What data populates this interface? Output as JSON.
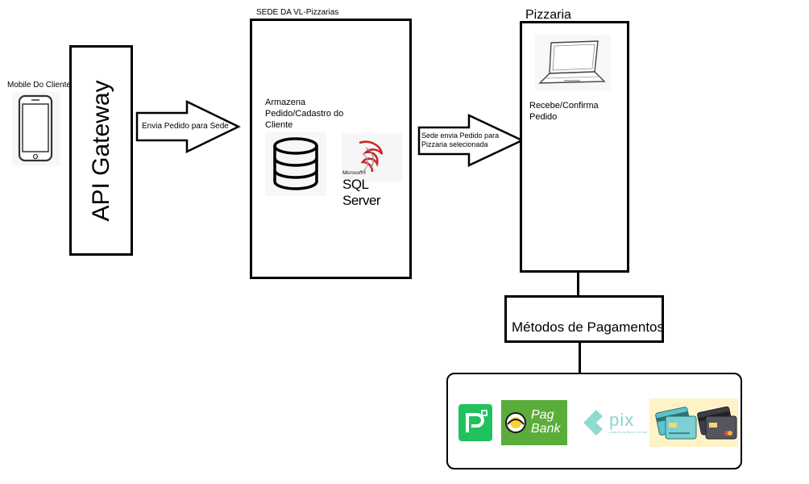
{
  "mobile": {
    "label": "Mobile Do Cliente",
    "icon": "smartphone-icon"
  },
  "api_gateway": {
    "label": "API Gateway"
  },
  "arrow1": {
    "label": "Envia Pedido para Sede"
  },
  "sede": {
    "title": "SEDE DA VL-Pizzarias",
    "description": [
      "Armazena",
      "Pedido/Cadastro do",
      "Cliente"
    ],
    "db_icon": "database-icon",
    "sql_logo": {
      "small": "Microsoft®",
      "main": "SQL Server"
    }
  },
  "arrow2": {
    "label_lines": [
      "Sede envia Pedido para",
      "Pizzaria selecionada"
    ]
  },
  "pizzaria": {
    "title": "Pizzaria",
    "description": [
      "Recebe/Confirma",
      "Pedido"
    ],
    "laptop_icon": "laptop-icon"
  },
  "payments": {
    "title": "Métodos de Pagamentos",
    "logos": [
      {
        "name": "picpay-logo",
        "text": ""
      },
      {
        "name": "pagbank-logo",
        "text_lines": [
          "Pag",
          "Bank"
        ]
      },
      {
        "name": "pix-logo",
        "text": "pix",
        "subtext": "powered by Banco Central"
      },
      {
        "name": "cards-logo",
        "text": ""
      }
    ]
  },
  "colors": {
    "picpay": "#21c25e",
    "pagbank": "#5aad3a",
    "pix": "#32bcad",
    "cards_bg": "#fdf3c6",
    "sql_red": "#c8282c"
  }
}
